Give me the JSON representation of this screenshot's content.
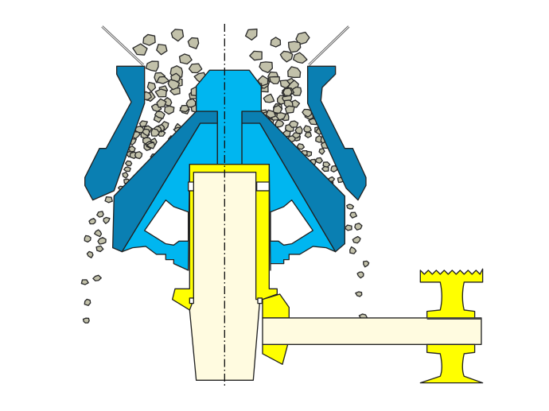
{
  "diagram": {
    "subject": "",
    "colors": {
      "concave": "#0a7fb2",
      "mantle": "#0a7fb2",
      "head": "#00b6f0",
      "eccentric": "#ffff00",
      "shaft": "#fffbe0",
      "rock": "#c2c1aa",
      "outline": "#222222"
    },
    "parts": [
      "hopper",
      "concave-left",
      "concave-right",
      "head",
      "mantle",
      "eccentric-bushing",
      "main-shaft",
      "bevel-gear",
      "countershaft",
      "pinion-pulley",
      "rocks",
      "center-axis"
    ]
  }
}
